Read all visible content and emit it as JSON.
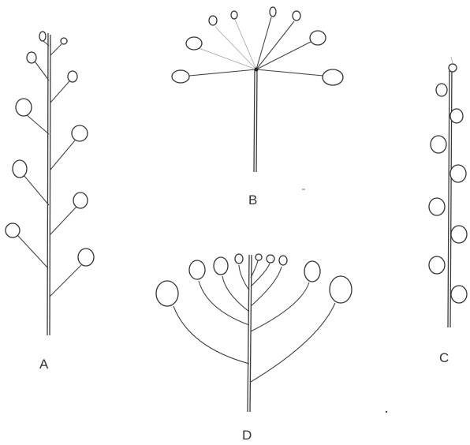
{
  "figure": {
    "panels": [
      {
        "id": "A",
        "label": "A"
      },
      {
        "id": "B",
        "label": "B"
      },
      {
        "id": "C",
        "label": "C"
      },
      {
        "id": "D",
        "label": "D"
      }
    ]
  },
  "colors": {
    "ink": "#333333",
    "paper": "#ffffff"
  }
}
